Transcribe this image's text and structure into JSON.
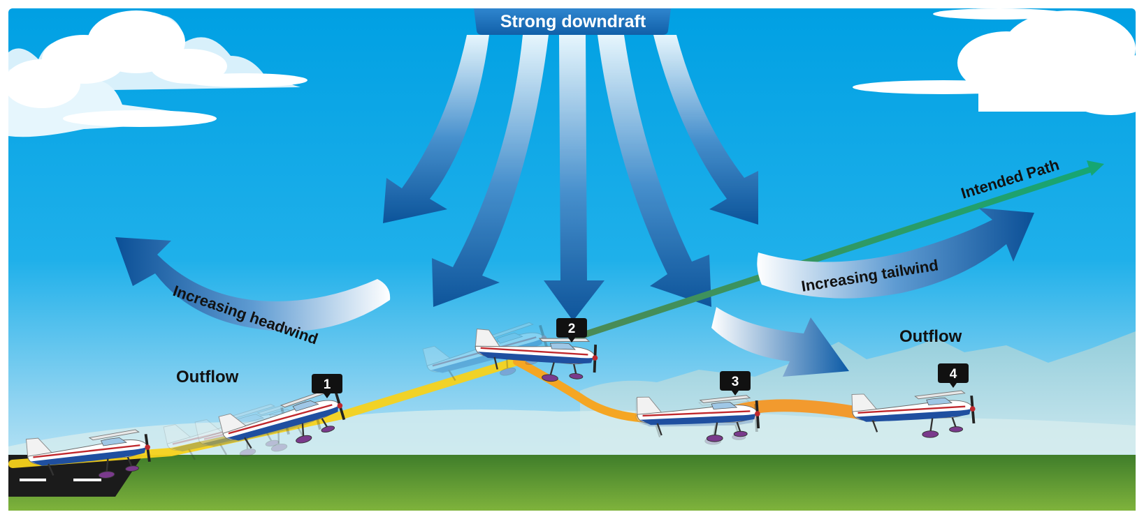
{
  "banner": {
    "label": "Strong downdraft"
  },
  "labels": {
    "intended_path": "Intended Path",
    "increasing_headwind": "Increasing headwind",
    "increasing_tailwind": "Increasing tailwind",
    "outflow_left": "Outflow",
    "outflow_right": "Outflow"
  },
  "positions": [
    "1",
    "2",
    "3",
    "4"
  ],
  "colors": {
    "sky_top": "#00a0e3",
    "sky_bottom": "#bfe6f5",
    "ground": "#5b9a2f",
    "runway": "#1b1b1b",
    "arrow_blue": "#0d5ea8",
    "intended_path": "#1f8a5a",
    "flight_path_yellow": "#f5c518",
    "flight_path_orange": "#f29a2e",
    "badge": "#111111"
  },
  "icons": [
    "airplane-icon",
    "cloud-icon",
    "downdraft-arrow-icon"
  ]
}
